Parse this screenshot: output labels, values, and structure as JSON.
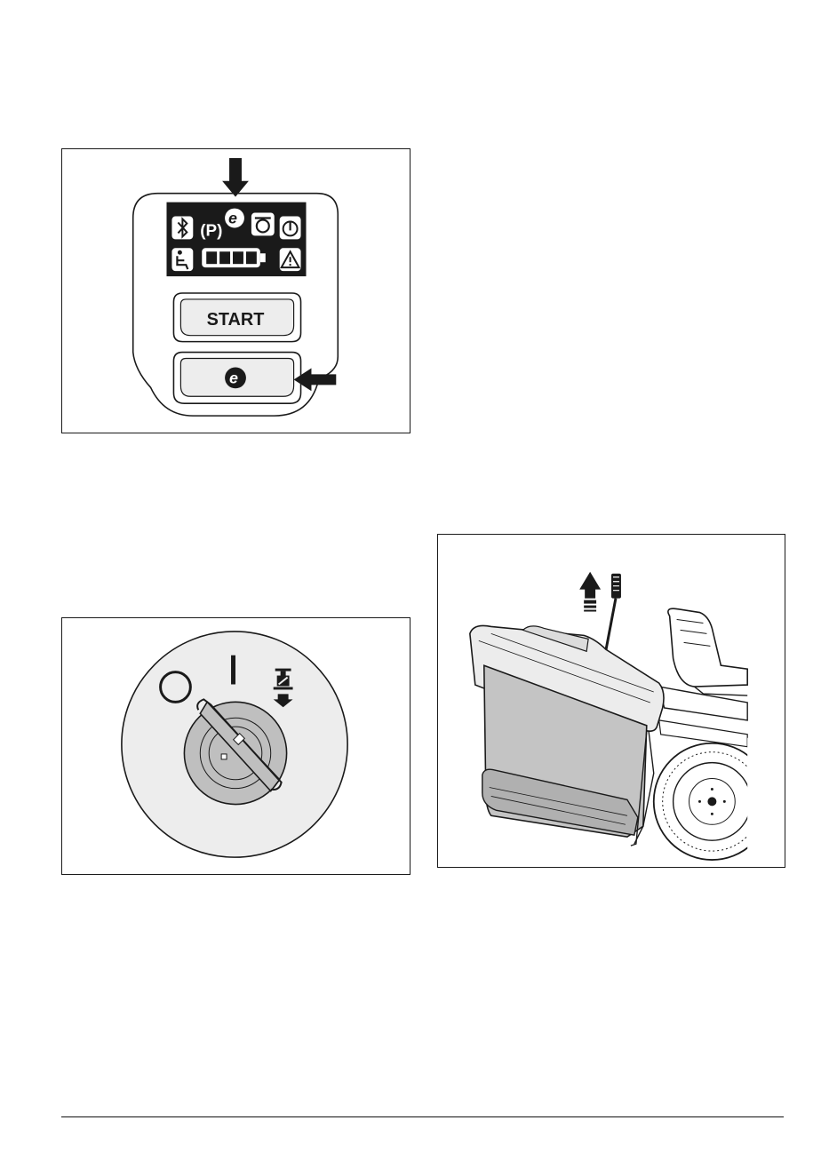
{
  "figures": {
    "control_panel": {
      "start_label": "START",
      "eco_symbol": "e",
      "parking_symbol": "(P)",
      "display_icons": [
        "bluetooth-icon",
        "parking-brake-icon",
        "eco-mode-icon",
        "blade-icon",
        "power-icon",
        "operator-seat-icon",
        "battery-icon",
        "warning-icon"
      ],
      "battery_level": 1.0
    },
    "ignition_switch": {
      "positions": [
        "off-position-icon",
        "on-position-icon",
        "start-position-icon"
      ]
    },
    "tractor": {
      "icons": [
        "lift-arrow-icon",
        "dipstick-icon",
        "collector-bag-icon",
        "seat-icon",
        "wheel-icon"
      ]
    }
  },
  "colors": {
    "line": "#1a1a1a",
    "display_panel": "#1a1a1a",
    "face_gray": "#ededed",
    "knob_gray": "#bfbfbf",
    "bag_gray": "#c4c4c4"
  }
}
